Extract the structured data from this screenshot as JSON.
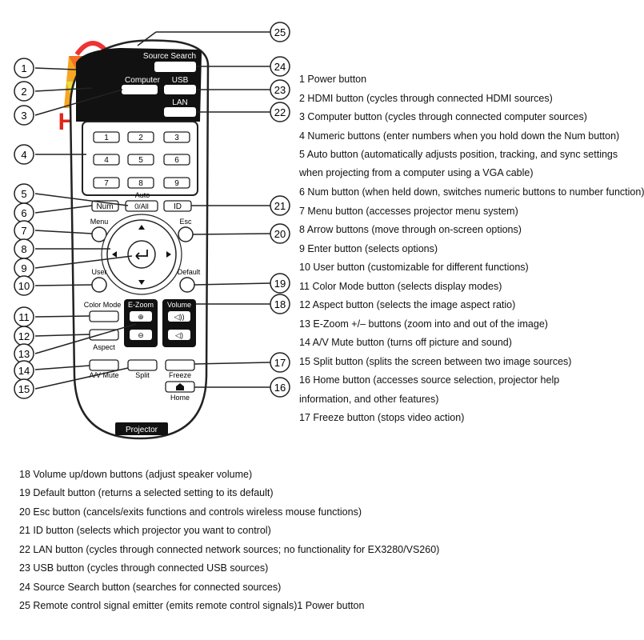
{
  "logo": {
    "text": "HAHA",
    "color": "#e0261a"
  },
  "remote": {
    "source_search": "Source Search",
    "computer": "Computer",
    "usb": "USB",
    "lan": "LAN",
    "num_keys": [
      "1",
      "2",
      "3",
      "4",
      "5",
      "6",
      "7",
      "8",
      "9"
    ],
    "auto": "Auto",
    "zero_all": "0/All",
    "num": "Num",
    "id": "ID",
    "menu": "Menu",
    "esc": "Esc",
    "user": "User",
    "default": "Default",
    "color_mode": "Color Mode",
    "ezoom": "E-Zoom",
    "volume": "Volume",
    "aspect": "Aspect",
    "av_mute": "A/V Mute",
    "split": "Split",
    "freeze": "Freeze",
    "home": "Home",
    "projector": "Projector"
  },
  "callouts": {
    "c1": "1",
    "c2": "2",
    "c3": "3",
    "c4": "4",
    "c5": "5",
    "c6": "6",
    "c7": "7",
    "c8": "8",
    "c9": "9",
    "c10": "10",
    "c11": "11",
    "c12": "12",
    "c13": "13",
    "c14": "14",
    "c15": "15",
    "c16": "16",
    "c17": "17",
    "c18": "18",
    "c19": "19",
    "c20": "20",
    "c21": "21",
    "c22": "22",
    "c23": "23",
    "c24": "24",
    "c25": "25"
  },
  "legend_right": [
    "1 Power button",
    "2 HDMI button (cycles through connected HDMI sources)",
    "3 Computer button (cycles through connected computer sources)",
    "4 Numeric buttons (enter numbers when you hold down the Num button)",
    "5 Auto button (automatically adjusts position, tracking, and sync settings",
    "when projecting from a computer using a VGA cable)",
    "6 Num button (when held down, switches numeric buttons to number function)",
    "7 Menu button (accesses projector menu system)",
    "8 Arrow buttons (move through on-screen options)",
    "9 Enter button (selects options)",
    "10 User button (customizable for different functions)",
    "11 Color Mode button (selects display modes)",
    "12 Aspect button (selects the image aspect ratio)",
    "13 E-Zoom +/– buttons (zoom into and out of the image)",
    "14 A/V Mute button (turns off picture and sound)",
    "15 Split button (splits the screen between two image sources)",
    "16 Home button (accesses source selection, projector help",
    "information, and other features)",
    "17 Freeze button (stops video action)"
  ],
  "legend_bottom": [
    "18 Volume up/down buttons (adjust speaker volume)",
    "19 Default button (returns a selected setting to its default)",
    "20 Esc button (cancels/exits functions and controls wireless mouse functions)",
    "21 ID button (selects which projector you want to control)",
    "22 LAN button (cycles through connected network sources; no functionality for EX3280/VS260)",
    "23 USB button (cycles through connected USB sources)",
    "24 Source Search button (searches for connected sources)",
    "25 Remote control signal emitter (emits remote control signals)1 Power button"
  ]
}
